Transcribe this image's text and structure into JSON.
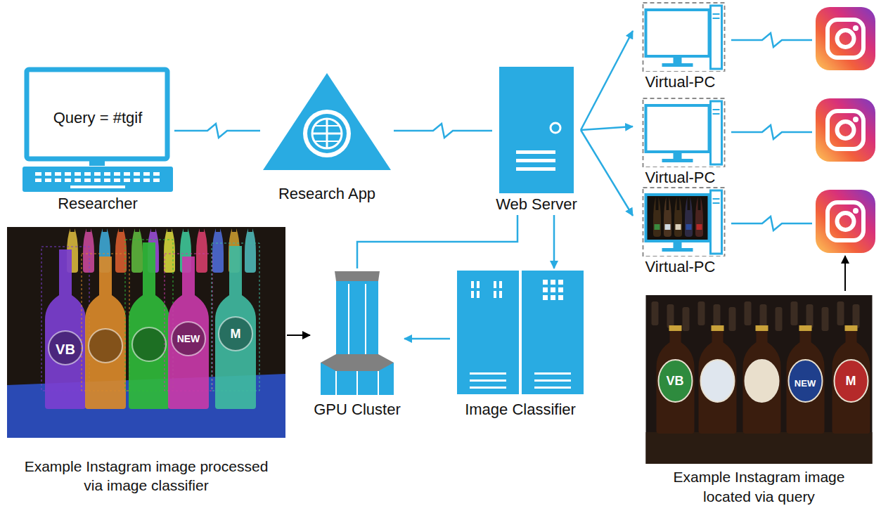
{
  "diagram": {
    "nodes": [
      {
        "text": [
          "Query = #tgif",
          "Researcher"
        ]
      },
      {
        "text": [
          "Research App"
        ]
      },
      {
        "text": [
          "Web Server"
        ]
      },
      {
        "text": [
          "Virtual-PC"
        ]
      },
      {
        "text": [
          "Virtual-PC"
        ]
      },
      {
        "text": [
          "Virtual-PC"
        ]
      },
      {
        "text": [
          "Example Instagram image processed via image classifier"
        ]
      },
      {
        "text": [
          "GPU Cluster"
        ]
      },
      {
        "text": [
          "Image Classifier"
        ]
      },
      {
        "text": [
          "Example Instagram image located via query"
        ]
      }
    ],
    "edges": [
      {
        "from": 0,
        "to": 1,
        "arrow": "none"
      },
      {
        "from": 1,
        "to": 2,
        "arrow": "none"
      },
      {
        "from": 2,
        "to": 3,
        "arrow": "to"
      },
      {
        "from": 2,
        "to": 4,
        "arrow": "to"
      },
      {
        "from": 2,
        "to": 5,
        "arrow": "to"
      },
      {
        "from": 2,
        "to": 8,
        "arrow": "to"
      },
      {
        "from": 2,
        "to": 7,
        "arrow": "none"
      },
      {
        "from": 8,
        "to": 7,
        "arrow": "to"
      },
      {
        "from": 6,
        "to": 7,
        "arrow": "to"
      }
    ],
    "labels": [
      "VB",
      "NEW",
      "M",
      "VB",
      "NEW",
      "M"
    ]
  }
}
